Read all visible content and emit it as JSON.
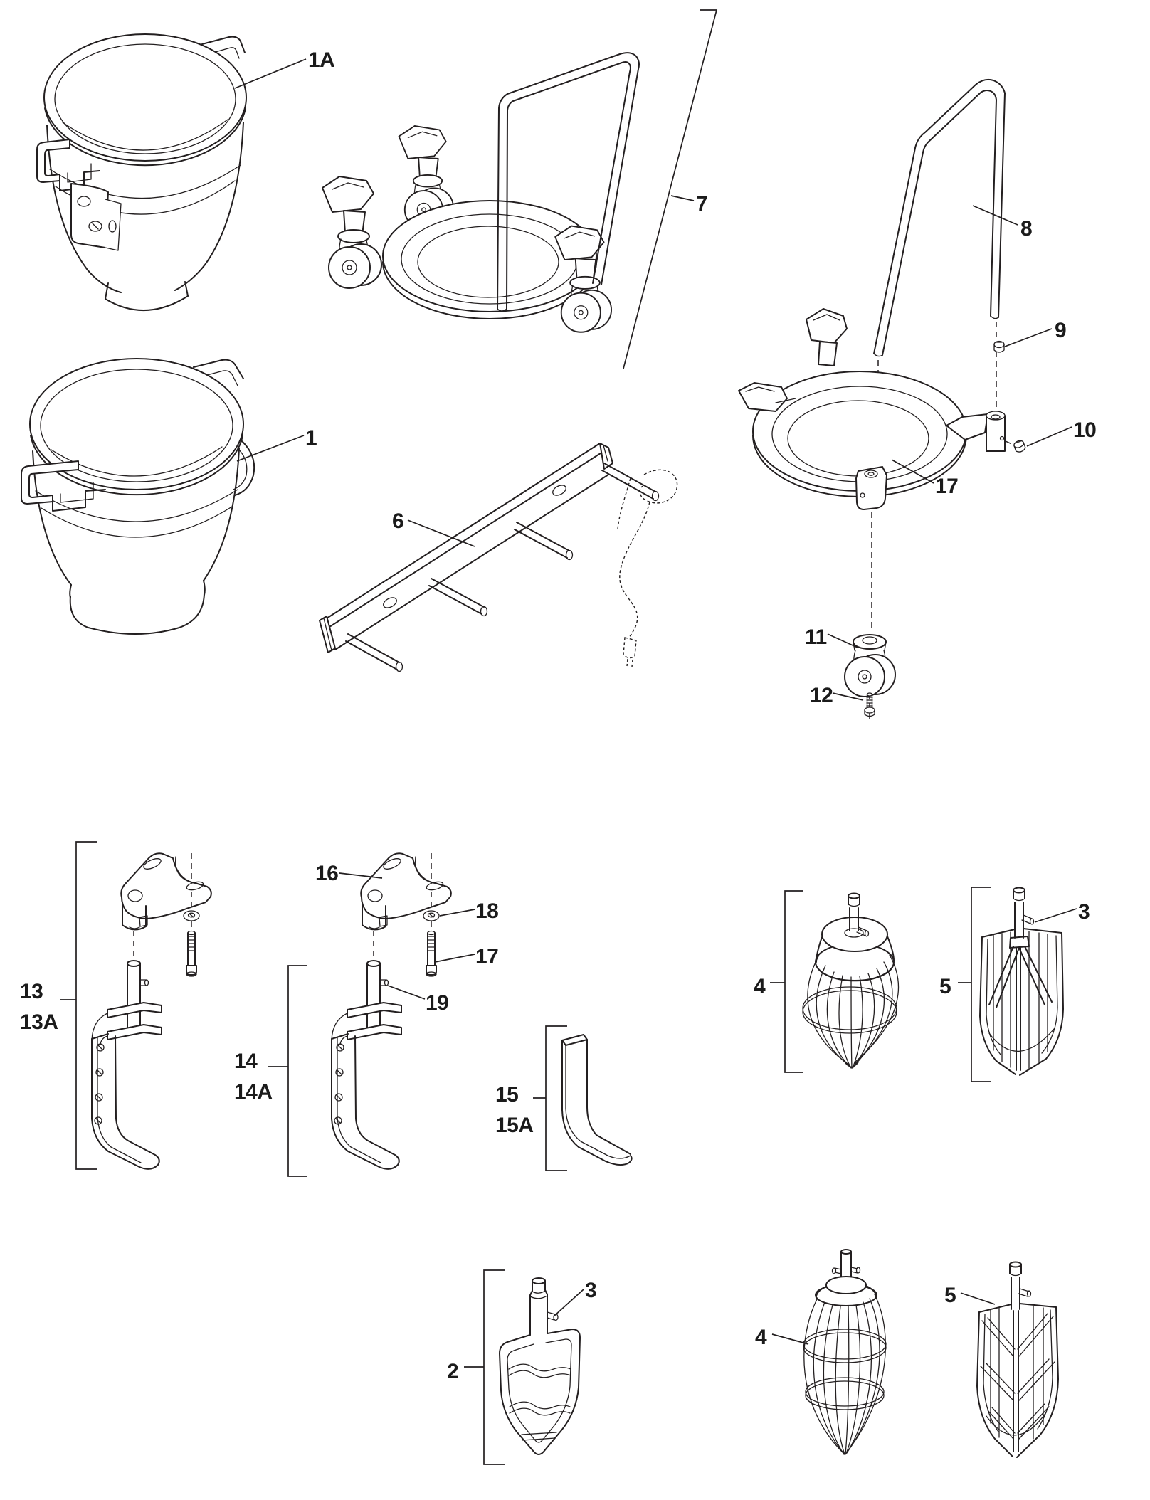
{
  "figure": {
    "kind": "exploded-parts-line-diagram",
    "subject": "Mixer bowls, bowl trucks, agitator rack, dough hooks, scrapers, beaters and wire whips",
    "line_color": "#231f20",
    "background_color": "#ffffff"
  },
  "callouts": {
    "bowl_a": "1A",
    "bowl": "1",
    "truck": "7",
    "handle": "8",
    "screw_handle": "9",
    "screw_ring": "10",
    "ring": "17",
    "caster": "11",
    "caster_screw": "12",
    "rack": "6",
    "hook13_l1": "13",
    "hook13_l2": "13A",
    "yoke": "16",
    "washer": "18",
    "bolt": "17",
    "hook_pin": "19",
    "hook14_l1": "14",
    "hook14_l2": "14A",
    "scraper_l1": "15",
    "scraper_l2": "15A",
    "beater": "2",
    "beater_pin": "3",
    "whip_mid": "4",
    "wing_mid": "5",
    "whip_pin": "3",
    "whip_bottom": "4",
    "wing_bottom": "5"
  }
}
